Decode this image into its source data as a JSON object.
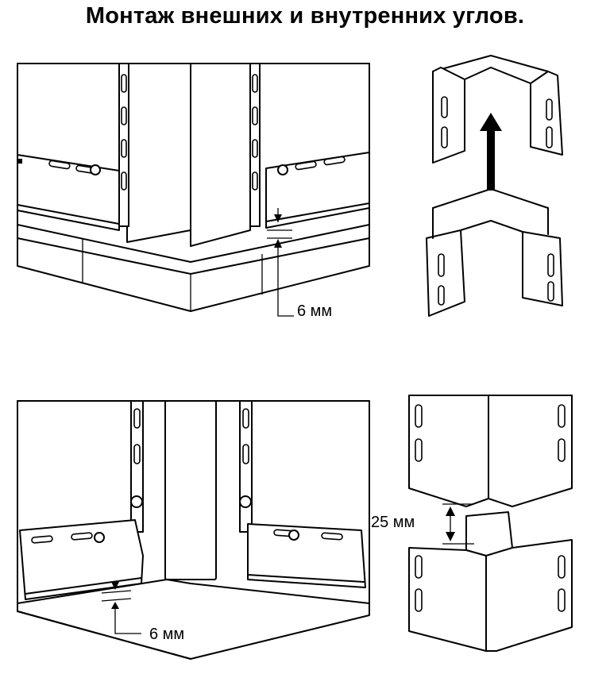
{
  "title": "Монтаж внешних и внутренних углов.",
  "panels": {
    "outer_corner": {
      "gap_label": "6 мм"
    },
    "outer_corner_assembly": {
      "arrow": "up-arrow"
    },
    "inner_corner": {
      "gap_label": "6 мм"
    },
    "inner_corner_assembly": {
      "overlap_label": "25 мм"
    }
  }
}
